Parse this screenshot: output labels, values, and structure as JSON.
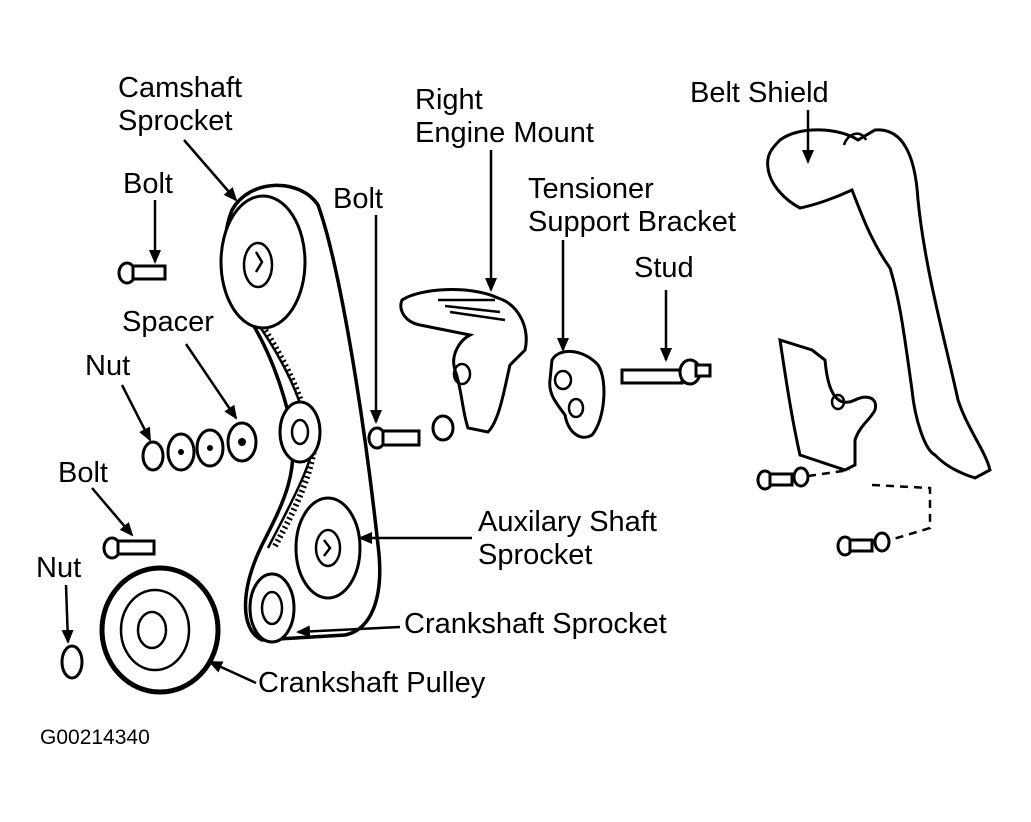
{
  "labels": {
    "camshaft_sprocket": [
      "Camshaft",
      "Sprocket"
    ],
    "bolt_upper_left": "Bolt",
    "spacer": "Spacer",
    "nut_upper": "Nut",
    "bolt_lower_left": "Bolt",
    "nut_lower": "Nut",
    "bolt_center": "Bolt",
    "right_engine_mount": [
      "Right",
      "Engine Mount"
    ],
    "tensioner_support_bracket": [
      "Tensioner",
      "Support Bracket"
    ],
    "stud": "Stud",
    "belt_shield": "Belt Shield",
    "auxiliary_shaft_sprocket": [
      "Auxilary Shaft",
      "Sprocket"
    ],
    "crankshaft_sprocket": "Crankshaft Sprocket",
    "crankshaft_pulley": "Crankshaft Pulley"
  },
  "figure_code": "G00214340",
  "colors": {
    "line": "#000000",
    "background": "#ffffff"
  }
}
